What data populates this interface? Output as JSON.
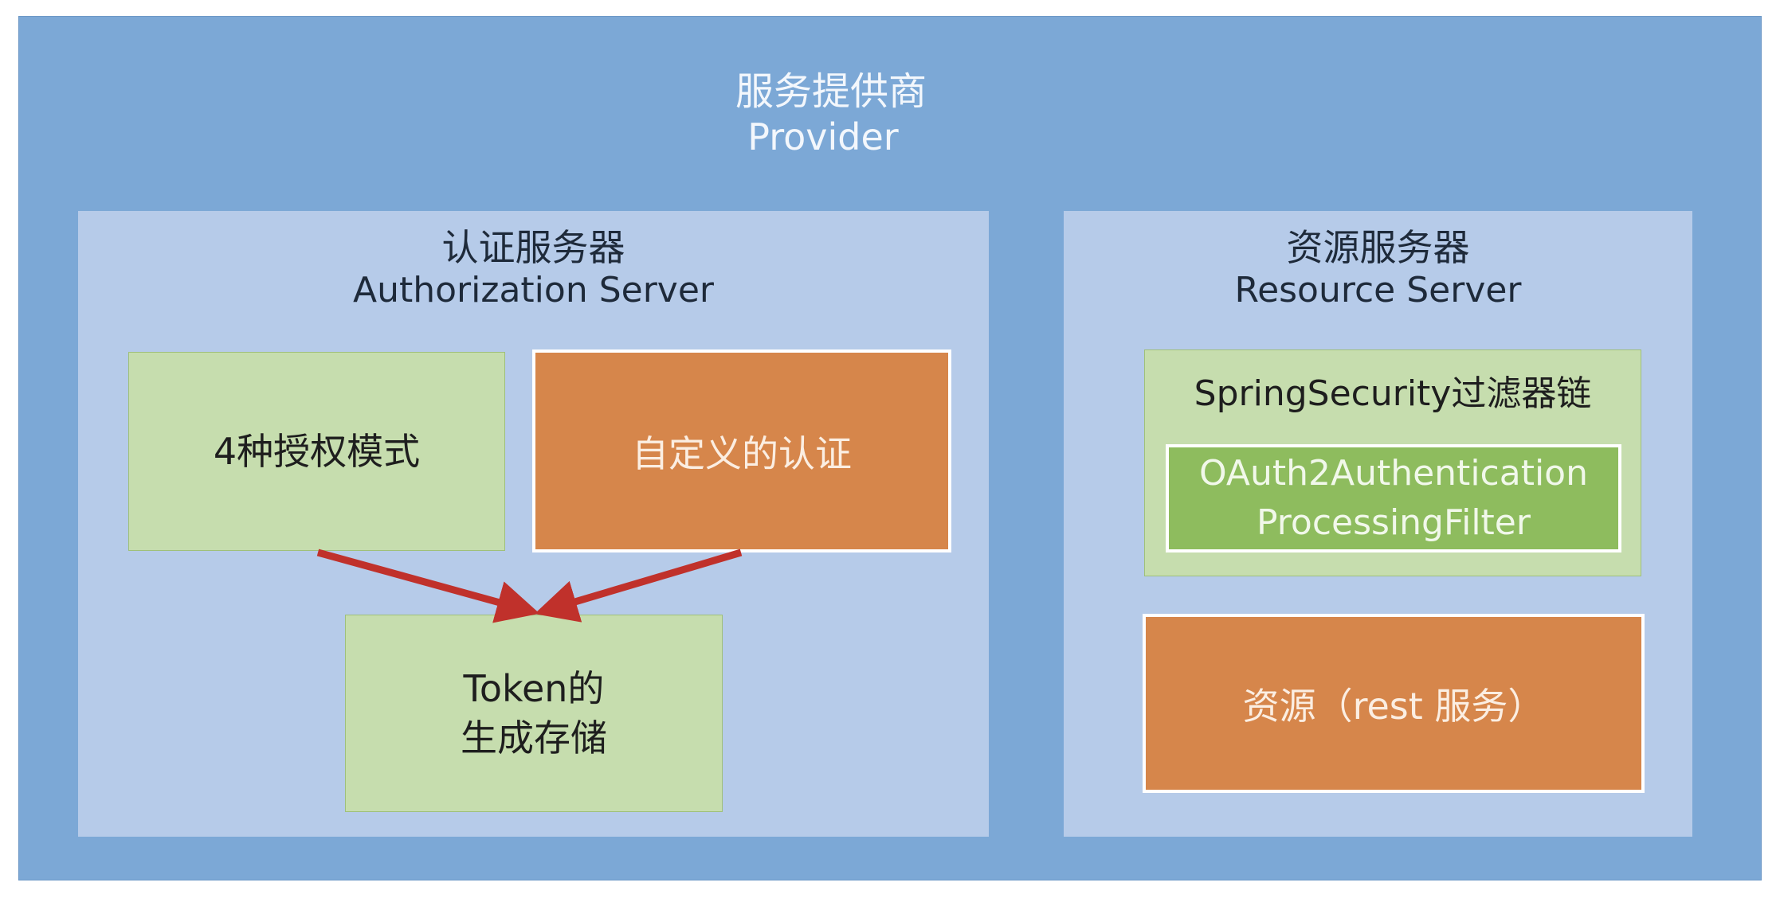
{
  "provider": {
    "title_cn": "服务提供商",
    "title_en": "Provider"
  },
  "auth_server": {
    "title_cn": "认证服务器",
    "title_en": "Authorization Server",
    "grant_modes": "4种授权模式",
    "custom_auth": "自定义的认证",
    "token_line1": "Token的",
    "token_line2": "生成存储"
  },
  "resource_server": {
    "title_cn": "资源服务器",
    "title_en": "Resource Server",
    "filter_chain": "SpringSecurity过滤器链",
    "filter_line1": "OAuth2Authentication",
    "filter_line2": "ProcessingFilter",
    "resource": "资源（rest 服务）"
  },
  "colors": {
    "outer": "#7ca8d6",
    "panel": "#b6cbe9",
    "green": "#c6ddae",
    "orange": "#d6864b",
    "arrow": "#c0312b"
  }
}
